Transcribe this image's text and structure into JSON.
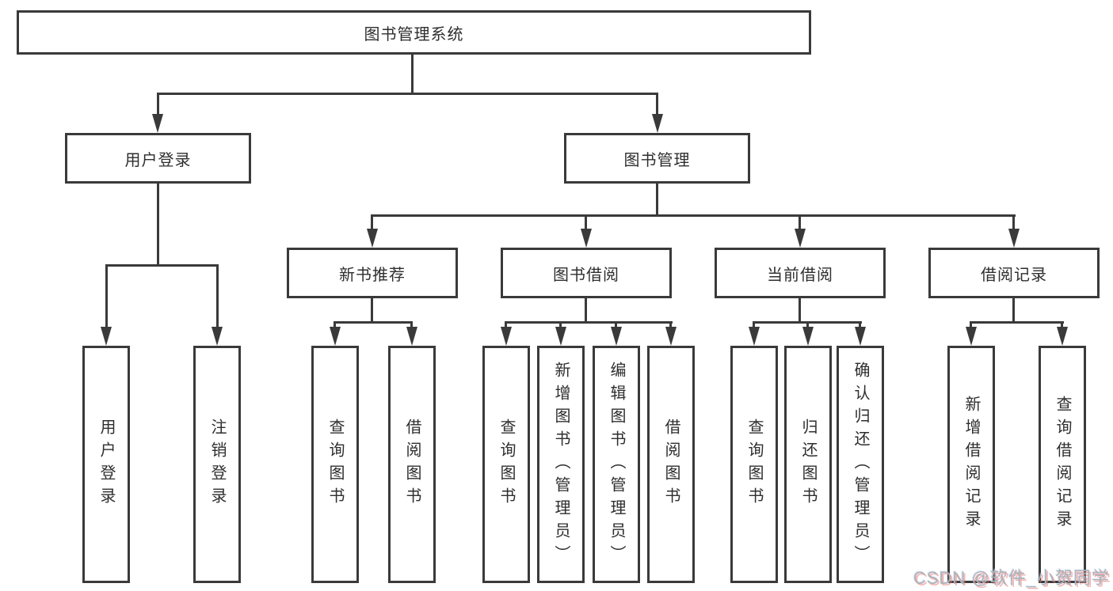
{
  "diagram": {
    "title": "图书管理系统",
    "branches": [
      {
        "label": "用户登录",
        "children": [
          "用户登录",
          "注销登录"
        ]
      },
      {
        "label": "图书管理",
        "children": [
          {
            "label": "新书推荐",
            "children": [
              "查询图书",
              "借阅图书"
            ]
          },
          {
            "label": "图书借阅",
            "children": [
              "查询图书",
              "新增图书（管理员）",
              "编辑图书（管理员）",
              "借阅图书"
            ]
          },
          {
            "label": "当前借阅",
            "children": [
              "查询图书",
              "归还图书",
              "确认归还（管理员）"
            ]
          },
          {
            "label": "借阅记录",
            "children": [
              "新增借阅记录",
              "查询借阅记录"
            ]
          }
        ]
      }
    ]
  },
  "watermark": {
    "text": "CSDN @软件_小贺同学"
  },
  "colors": {
    "line": "#3a3a3a",
    "text": "#2e2e2e",
    "background": "#ffffff",
    "watermark": "#aeb2b6"
  }
}
